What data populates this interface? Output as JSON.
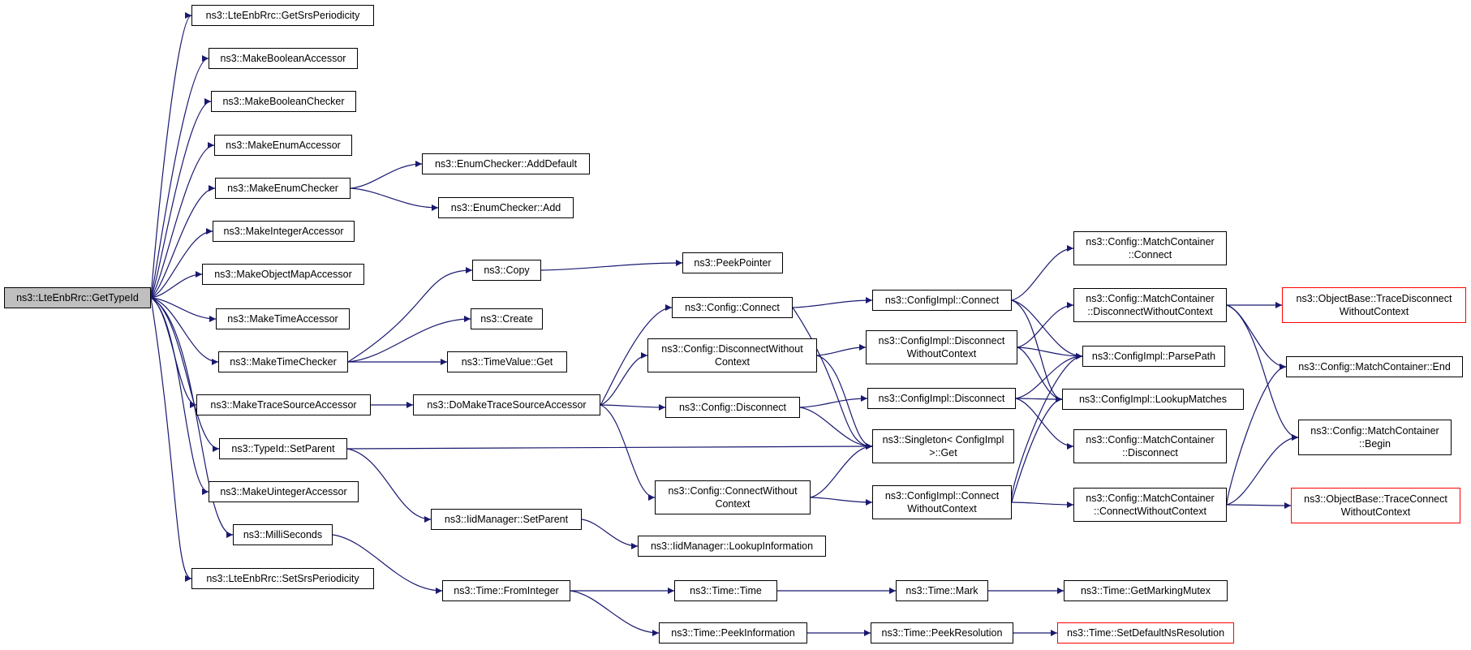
{
  "colors": {
    "edge": "#191970",
    "border": "#000000",
    "root_fill": "#bfbfbf",
    "truncated_border": "#ff0000"
  },
  "nodes": {
    "root": "ns3::LteEnbRrc::GetTypeId",
    "getSrsPeriodicity": "ns3::LteEnbRrc::GetSrsPeriodicity",
    "makeBooleanAccessor": "ns3::MakeBooleanAccessor",
    "makeBooleanChecker": "ns3::MakeBooleanChecker",
    "makeEnumAccessor": "ns3::MakeEnumAccessor",
    "makeEnumChecker": "ns3::MakeEnumChecker",
    "enumCheckerAddDefault": "ns3::EnumChecker::AddDefault",
    "enumCheckerAdd": "ns3::EnumChecker::Add",
    "makeIntegerAccessor": "ns3::MakeIntegerAccessor",
    "makeObjectMapAccessor": "ns3::MakeObjectMapAccessor",
    "makeTimeAccessor": "ns3::MakeTimeAccessor",
    "makeTimeChecker": "ns3::MakeTimeChecker",
    "copy": "ns3::Copy",
    "peekPointer": "ns3::PeekPointer",
    "create": "ns3::Create",
    "timeValueGet": "ns3::TimeValue::Get",
    "makeTraceSourceAccessor": "ns3::MakeTraceSourceAccessor",
    "doMakeTraceSourceAccessor": "ns3::DoMakeTraceSourceAccessor",
    "typeIdSetParent": "ns3::TypeId::SetParent",
    "iidManagerSetParent": "ns3::IidManager::SetParent",
    "iidManagerLookupInformation": "ns3::IidManager::LookupInformation",
    "makeUintegerAccessor": "ns3::MakeUintegerAccessor",
    "milliSeconds": "ns3::MilliSeconds",
    "setSrsPeriodicity": "ns3::LteEnbRrc::SetSrsPeriodicity",
    "timeFromInteger": "ns3::Time::FromInteger",
    "timeTime": "ns3::Time::Time",
    "timeMark": "ns3::Time::Mark",
    "timeGetMarkingMutex": "ns3::Time::GetMarkingMutex",
    "timePeekInformation": "ns3::Time::PeekInformation",
    "timePeekResolution": "ns3::Time::PeekResolution",
    "timeSetDefaultNsResolution": "ns3::Time::SetDefaultNsResolution",
    "configConnect": "ns3::Config::Connect",
    "configDisconnectWithoutContext": "ns3::Config::DisconnectWithout\nContext",
    "configDisconnect": "ns3::Config::Disconnect",
    "configConnectWithoutContext": "ns3::Config::ConnectWithout\nContext",
    "configImplConnect": "ns3::ConfigImpl::Connect",
    "configImplDisconnectWithoutContext": "ns3::ConfigImpl::Disconnect\nWithoutContext",
    "configImplDisconnect": "ns3::ConfigImpl::Disconnect",
    "configImplConnectWithoutContext": "ns3::ConfigImpl::Connect\nWithoutContext",
    "singletonGet": "ns3::Singleton< ConfigImpl\n>::Get",
    "matchContainerConnect": "ns3::Config::MatchContainer\n::Connect",
    "matchContainerDisconnectWithoutContext": "ns3::Config::MatchContainer\n::DisconnectWithoutContext",
    "configImplParsePath": "ns3::ConfigImpl::ParsePath",
    "configImplLookupMatches": "ns3::ConfigImpl::LookupMatches",
    "matchContainerDisconnect": "ns3::Config::MatchContainer\n::Disconnect",
    "matchContainerConnectWithoutContext": "ns3::Config::MatchContainer\n::ConnectWithoutContext",
    "objectBaseTraceDisconnectWithoutContext": "ns3::ObjectBase::TraceDisconnect\nWithoutContext",
    "matchContainerEnd": "ns3::Config::MatchContainer::End",
    "matchContainerBegin": "ns3::Config::MatchContainer\n::Begin",
    "objectBaseTraceConnectWithoutContext": "ns3::ObjectBase::TraceConnect\nWithoutContext"
  }
}
